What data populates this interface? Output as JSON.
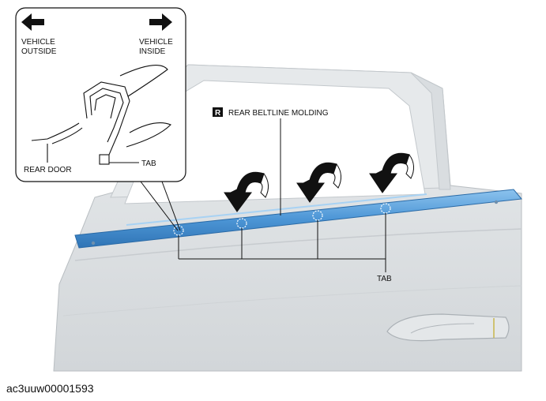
{
  "diagram": {
    "callout": {
      "left_arrow_label": [
        "VEHICLE",
        "OUTSIDE"
      ],
      "right_arrow_label": [
        "VEHICLE",
        "INSIDE"
      ],
      "door_label": "REAR DOOR",
      "tab_label": "TAB"
    },
    "part_badge": "R",
    "part_name": "REAR BELTLINE MOLDING",
    "tab_label": "TAB",
    "colors": {
      "molding": "#5aa0dc",
      "door": "#dfe3e6",
      "line": "#111111"
    }
  },
  "image_code": "ac3uuw00001593"
}
